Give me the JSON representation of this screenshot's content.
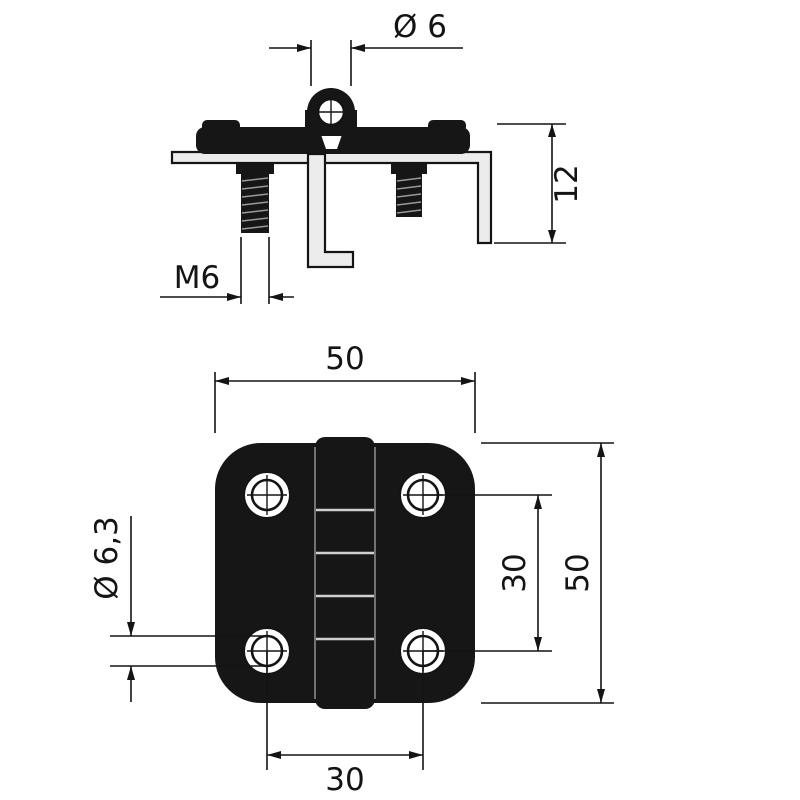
{
  "drawing": {
    "front_view": {
      "dim_pin_diameter": "Ø 6",
      "dim_bracket_height": "12",
      "dim_thread": "M6"
    },
    "plan_view": {
      "dim_width": "50",
      "dim_height": "50",
      "dim_hole_spacing_vertical": "30",
      "dim_hole_spacing_horizontal": "30",
      "dim_hole_diameter": "Ø 6,3"
    },
    "colors": {
      "line": "#141414",
      "body_fill": "#161616",
      "bracket_fill": "#ececec",
      "background": "#ffffff"
    }
  }
}
